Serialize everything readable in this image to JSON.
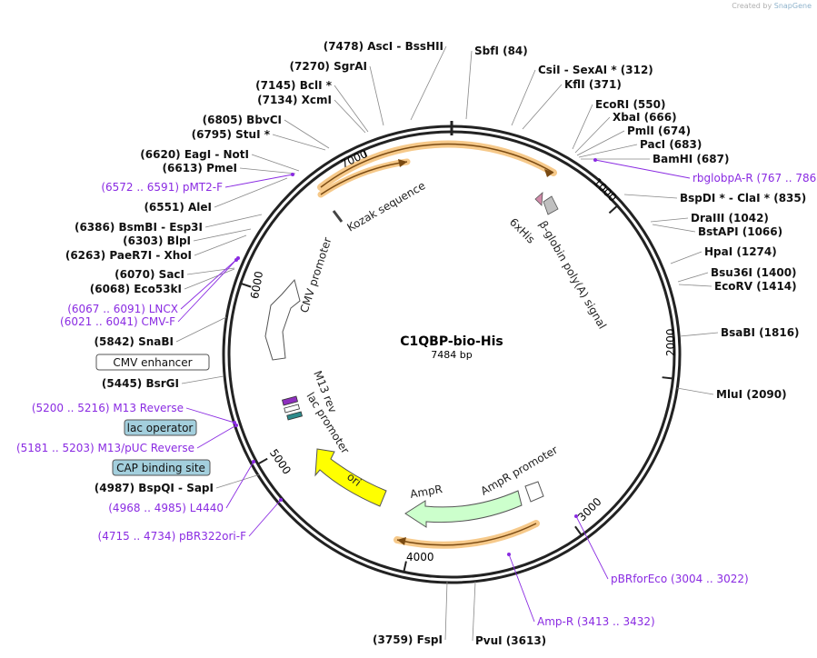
{
  "credit": {
    "prefix": "Created by",
    "brand": "SnapGene"
  },
  "plasmid": {
    "name": "C1QBP-bio-His",
    "length_label": "7484 bp",
    "length": 7484
  },
  "ticks": [
    "1000",
    "2000",
    "3000",
    "4000",
    "5000",
    "6000",
    "7000"
  ],
  "sites": [
    {
      "text": "(7478)  AscI  -  BssHII",
      "pos": 7478
    },
    {
      "text": "SbfI  (84)",
      "pos": 84
    },
    {
      "text": "CsiI  -  SexAI *  (312)",
      "pos": 312
    },
    {
      "text": "KflI  (371)",
      "pos": 371
    },
    {
      "text": "(7270)  SgrAI",
      "pos": 7270
    },
    {
      "text": "(7145)  BclI *",
      "pos": 7145
    },
    {
      "text": "(7134)  XcmI",
      "pos": 7134
    },
    {
      "text": "EcoRI  (550)",
      "pos": 550
    },
    {
      "text": "XbaI  (666)",
      "pos": 666
    },
    {
      "text": "PmlI  (674)",
      "pos": 674
    },
    {
      "text": "PacI  (683)",
      "pos": 683
    },
    {
      "text": "BamHI  (687)",
      "pos": 687
    },
    {
      "text": "(6805)  BbvCI",
      "pos": 6805
    },
    {
      "text": "(6795)  StuI *",
      "pos": 6795
    },
    {
      "text": "(6620)  EagI  -  NotI",
      "pos": 6620
    },
    {
      "text": "(6613)  PmeI",
      "pos": 6613
    },
    {
      "text": "BspDI *  -  ClaI *  (835)",
      "pos": 835
    },
    {
      "text": "(6551)  AleI",
      "pos": 6551
    },
    {
      "text": "DraIII  (1042)",
      "pos": 1042
    },
    {
      "text": "BstAPI  (1066)",
      "pos": 1066
    },
    {
      "text": "(6386)  BsmBI  -  Esp3I",
      "pos": 6386
    },
    {
      "text": "(6303)  BlpI",
      "pos": 6303
    },
    {
      "text": "(6263)  PaeR7I  -  XhoI",
      "pos": 6263
    },
    {
      "text": "HpaI  (1274)",
      "pos": 1274
    },
    {
      "text": "(6070)  SacI",
      "pos": 6070
    },
    {
      "text": "(6068)  Eco53kI",
      "pos": 6068
    },
    {
      "text": "Bsu36I  (1400)",
      "pos": 1400
    },
    {
      "text": "EcoRV  (1414)",
      "pos": 1414
    },
    {
      "text": "(5842)  SnaBI",
      "pos": 5842
    },
    {
      "text": "BsaBI  (1816)",
      "pos": 1816
    },
    {
      "text": "(5445)  BsrGI",
      "pos": 5445
    },
    {
      "text": "MluI  (2090)",
      "pos": 2090
    },
    {
      "text": "(4987)  BspQI  -  SapI",
      "pos": 4987
    },
    {
      "text": "(3759)  FspI",
      "pos": 3759
    },
    {
      "text": "PvuI  (3613)",
      "pos": 3613
    }
  ],
  "primers": [
    {
      "text": "rbglobpA-R  (767 .. 786)",
      "pos": 776
    },
    {
      "text": "(6572 .. 6591)  pMT2-F",
      "pos": 6581
    },
    {
      "text": "(6067 .. 6091)  LNCX",
      "pos": 6079
    },
    {
      "text": "(6021 .. 6041)  CMV-F",
      "pos": 6031
    },
    {
      "text": "(5200 .. 5216)  M13 Reverse",
      "pos": 5208
    },
    {
      "text": "(5181 .. 5203)  M13/pUC Reverse",
      "pos": 5192
    },
    {
      "text": "(4968 .. 4985)  L4440",
      "pos": 4976
    },
    {
      "text": "(4715 .. 4734)  pBR322ori-F",
      "pos": 4724
    },
    {
      "text": "pBRforEco  (3004 .. 3022)",
      "pos": 3013
    },
    {
      "text": "Amp-R  (3413 .. 3432)",
      "pos": 3422
    }
  ],
  "boxed_features": [
    {
      "text": "CMV enhancer",
      "color": "#ffffff"
    },
    {
      "text": "lac operator",
      "color": "#a3cfdd"
    },
    {
      "text": "CAP binding site",
      "color": "#a3cfdd"
    }
  ],
  "features": [
    {
      "text": "Kozak sequence"
    },
    {
      "text": "6xHis"
    },
    {
      "text": "β-globin poly(A) signal"
    },
    {
      "text": "CMV promoter"
    },
    {
      "text": "M13 rev"
    },
    {
      "text": "lac promoter"
    },
    {
      "text": "ori",
      "color": "#ffff00"
    },
    {
      "text": "AmpR",
      "color": "#ccffcc"
    },
    {
      "text": "AmpR promoter"
    }
  ],
  "colors": {
    "orf": "#f4a935",
    "primer": "#8a2be2",
    "backbone": "#222222"
  }
}
